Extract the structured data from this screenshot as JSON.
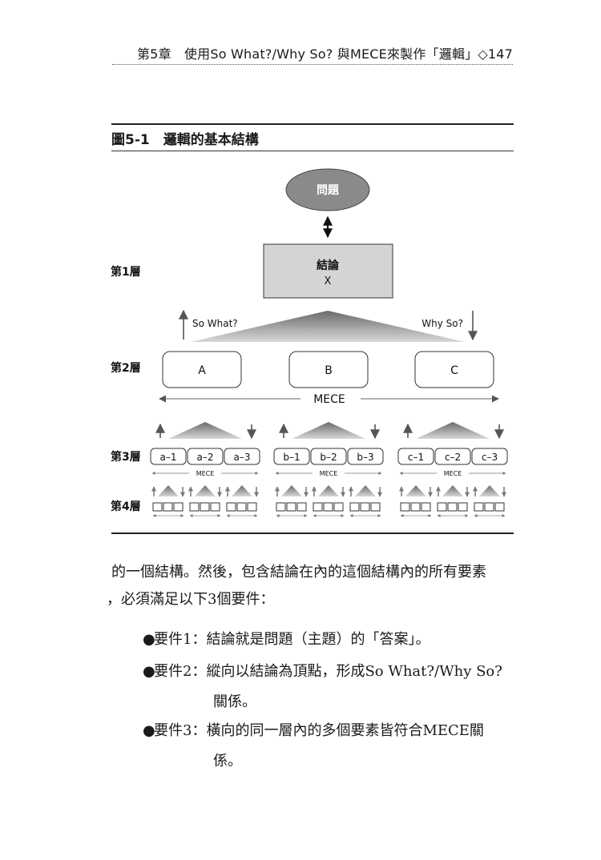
{
  "header": {
    "running_title": "第5章　使用So What?/Why So? 與MECE來製作「邏輯」◇147"
  },
  "figure": {
    "caption": "圖5-1　邏輯的基本結構",
    "top_node": "問題",
    "conclusion": {
      "title": "結論",
      "sub": "X"
    },
    "levels": [
      "第1層",
      "第2層",
      "第3層",
      "第4層"
    ],
    "so_what": "So What?",
    "why_so": "Why So?",
    "level2_nodes": [
      "A",
      "B",
      "C"
    ],
    "mece": "MECE",
    "level3_groups": [
      [
        "a–1",
        "a–2",
        "a–3"
      ],
      [
        "b–1",
        "b–2",
        "b–3"
      ],
      [
        "c–1",
        "c–2",
        "c–3"
      ]
    ]
  },
  "body": {
    "paragraph_line1": "的一個結構。然後，包含結論在內的這個結構內的所有要素",
    "paragraph_line2": "，必須滿足以下3個要件：",
    "requirements": [
      {
        "label": "要件1：",
        "text": "結論就是問題（主題）的「答案」。",
        "cont": ""
      },
      {
        "label": "要件2：",
        "text": "縱向以結論為頂點，形成So What?/Why So?",
        "cont": "關係。"
      },
      {
        "label": "要件3：",
        "text": "橫向的同一層內的多個要素皆符合MECE關",
        "cont": "係。"
      }
    ]
  }
}
